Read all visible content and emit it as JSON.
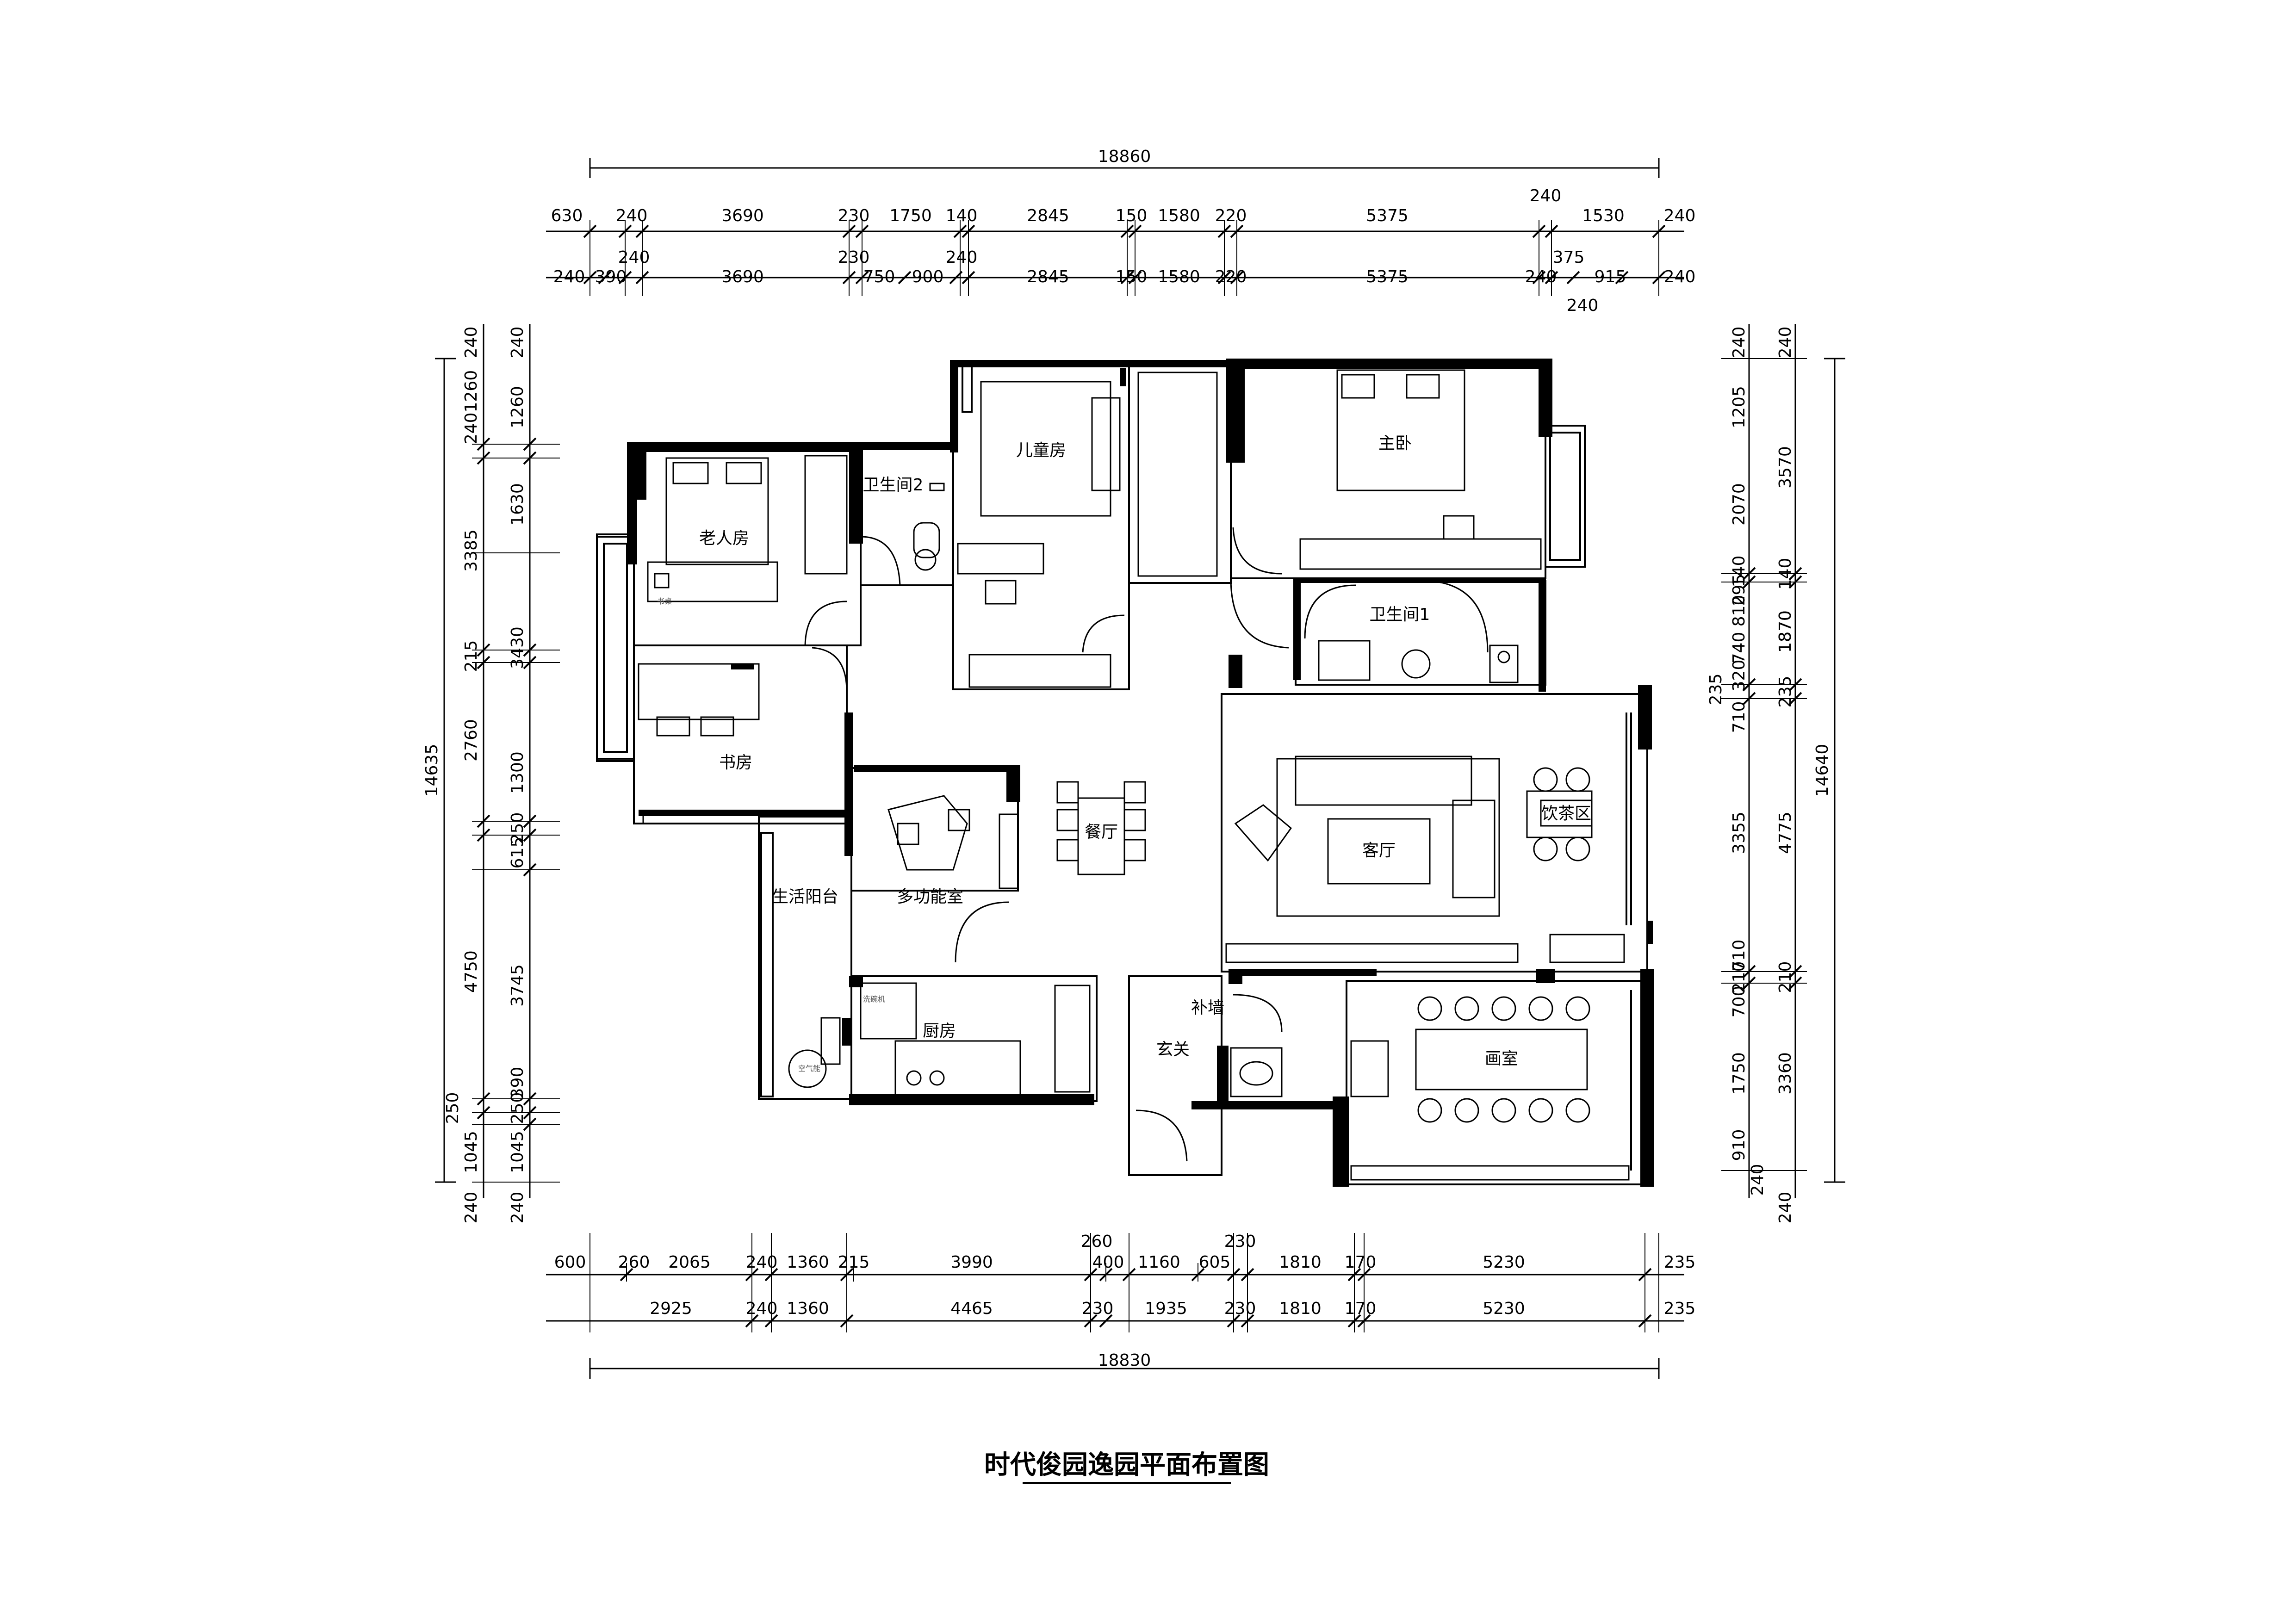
{
  "title": "时代俊园逸园平面布置图",
  "rooms": {
    "elder_room": "老人房",
    "bath2": "卫生间2",
    "kids_room": "儿童房",
    "master": "主卧",
    "bath1": "卫生间1",
    "study": "书房",
    "dining": "餐厅",
    "living": "客厅",
    "tea_area": "饮茶区",
    "utility_balcony": "生活阳台",
    "multi_room": "多功能室",
    "kitchen": "厨房",
    "foyer": "玄关",
    "wall_fill": "补墙",
    "studio": "画室"
  },
  "furniture": {
    "desk": "书桌",
    "dishwasher": "洗碗机",
    "ac": "空气能"
  },
  "dims": {
    "top_total": "18860",
    "top_row1": [
      "630",
      "240",
      "3690",
      "230",
      "1750",
      "140",
      "2845",
      "150",
      "1580",
      "220",
      "5375",
      "240",
      "1530",
      "240"
    ],
    "top_row2": [
      "240",
      "390",
      "240",
      "3690",
      "230",
      "750",
      "900",
      "240",
      "2845",
      "150",
      "1580",
      "220",
      "5375",
      "240",
      "375",
      "915",
      "240",
      "240"
    ],
    "bottom_row1": [
      "600",
      "260",
      "2065",
      "240",
      "1360",
      "215",
      "3990",
      "260",
      "400",
      "1160",
      "605",
      "230",
      "1810",
      "170",
      "5230",
      "235"
    ],
    "bottom_row2": [
      "2925",
      "240",
      "1360",
      "4465",
      "230",
      "1935",
      "230",
      "1810",
      "170",
      "5230",
      "235"
    ],
    "bottom_total": "18830",
    "left_outer": [
      "240",
      "2401260",
      "1630",
      "3385",
      "215",
      "3430",
      "2760",
      "1300",
      "250",
      "615",
      "4750",
      "3745",
      "250",
      "1045",
      "240"
    ],
    "left_total": "14635",
    "left_inner": [
      "240",
      "1260",
      "250",
      "390",
      "1045",
      "240"
    ],
    "right_inner": [
      "240",
      "1205",
      "2070",
      "140",
      "295",
      "810",
      "740",
      "1870",
      "320",
      "235",
      "710",
      "3355",
      "710",
      "210",
      "700",
      "1750",
      "910",
      "240"
    ],
    "right_outer": [
      "240",
      "3570",
      "140",
      "1870",
      "235",
      "4775",
      "210",
      "3360",
      "240"
    ],
    "right_total": "14640"
  }
}
